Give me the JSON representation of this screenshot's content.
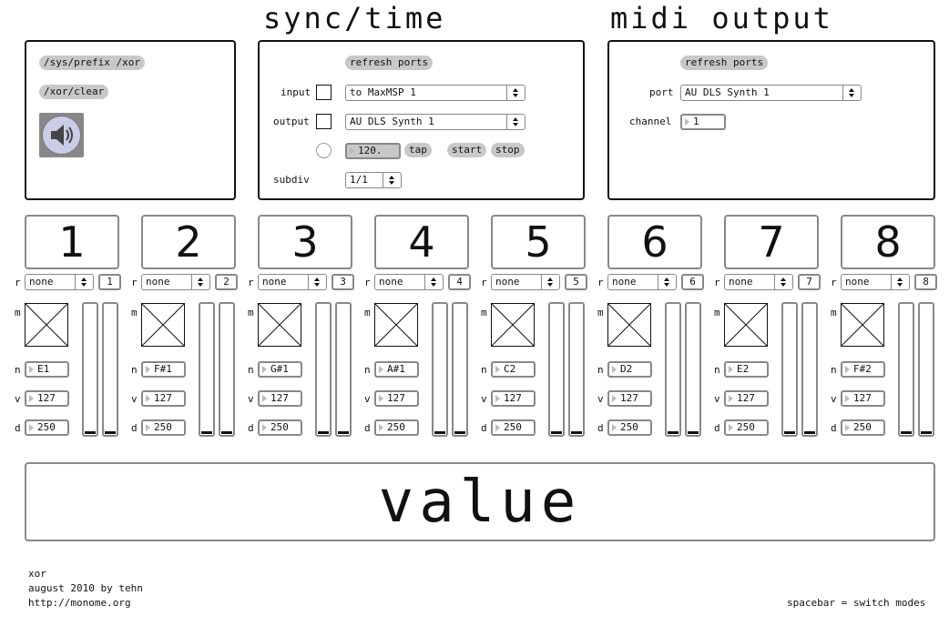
{
  "titles": {
    "sync": "sync/time",
    "midi": "midi output"
  },
  "left_panel": {
    "prefix_button": "/sys/prefix /xor",
    "clear_button": "/xor/clear",
    "speaker_icon": "speaker-icon"
  },
  "sync_panel": {
    "refresh_button": "refresh ports",
    "input_label": "input",
    "input_port": "to MaxMSP 1",
    "output_label": "output",
    "output_port": "AU DLS Synth 1",
    "tempo": "120.",
    "tap_button": "tap",
    "start_button": "start",
    "stop_button": "stop",
    "subdiv_label": "subdiv",
    "subdiv_value": "1/1"
  },
  "midi_panel": {
    "refresh_button": "refresh ports",
    "port_label": "port",
    "port_value": "AU DLS Synth 1",
    "channel_label": "channel",
    "channel_value": "1"
  },
  "row_labels": {
    "r": "r",
    "m": "m",
    "n": "n",
    "v": "v",
    "d": "d"
  },
  "channels": [
    {
      "number": "1",
      "r_mode": "none",
      "r_index": "1",
      "note": "E1",
      "velocity": "127",
      "duration": "250"
    },
    {
      "number": "2",
      "r_mode": "none",
      "r_index": "2",
      "note": "F#1",
      "velocity": "127",
      "duration": "250"
    },
    {
      "number": "3",
      "r_mode": "none",
      "r_index": "3",
      "note": "G#1",
      "velocity": "127",
      "duration": "250"
    },
    {
      "number": "4",
      "r_mode": "none",
      "r_index": "4",
      "note": "A#1",
      "velocity": "127",
      "duration": "250"
    },
    {
      "number": "5",
      "r_mode": "none",
      "r_index": "5",
      "note": "C2",
      "velocity": "127",
      "duration": "250"
    },
    {
      "number": "6",
      "r_mode": "none",
      "r_index": "6",
      "note": "D2",
      "velocity": "127",
      "duration": "250"
    },
    {
      "number": "7",
      "r_mode": "none",
      "r_index": "7",
      "note": "E2",
      "velocity": "127",
      "duration": "250"
    },
    {
      "number": "8",
      "r_mode": "none",
      "r_index": "8",
      "note": "F#2",
      "velocity": "127",
      "duration": "250"
    }
  ],
  "value_display": "value",
  "footer": {
    "line1": "xor",
    "line2": "august 2010 by tehn",
    "line3": "http://monome.org",
    "hint": "spacebar = switch modes"
  }
}
